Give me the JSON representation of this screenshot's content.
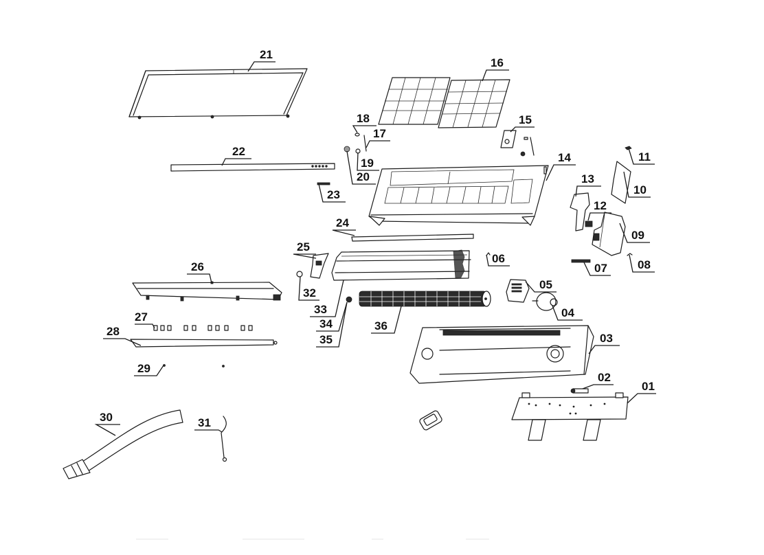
{
  "diagram": {
    "type": "exploded-parts-diagram",
    "subject": "air conditioner indoor unit",
    "callouts": [
      {
        "id": "01",
        "label": "01",
        "part": "mounting-plate"
      },
      {
        "id": "02",
        "label": "02",
        "part": "small-sensor-cylinder"
      },
      {
        "id": "03",
        "label": "03",
        "part": "chassis-base"
      },
      {
        "id": "04",
        "label": "04",
        "part": "fan-motor"
      },
      {
        "id": "05",
        "label": "05",
        "part": "motor-clamp"
      },
      {
        "id": "06",
        "label": "06",
        "part": "small-clip"
      },
      {
        "id": "07",
        "label": "07",
        "part": "terminal-strip"
      },
      {
        "id": "08",
        "label": "08",
        "part": "screw-clip"
      },
      {
        "id": "09",
        "label": "09",
        "part": "electrical-box"
      },
      {
        "id": "10",
        "label": "10",
        "part": "control-board-cover"
      },
      {
        "id": "11",
        "label": "11",
        "part": "cable-clamp"
      },
      {
        "id": "12",
        "label": "12",
        "part": "connector-block"
      },
      {
        "id": "13",
        "label": "13",
        "part": "electric-box-cover"
      },
      {
        "id": "14",
        "label": "14",
        "part": "front-panel-frame"
      },
      {
        "id": "15",
        "label": "15",
        "part": "display-board-holder"
      },
      {
        "id": "16",
        "label": "16",
        "part": "air-filters"
      },
      {
        "id": "17",
        "label": "17",
        "part": "shaft"
      },
      {
        "id": "18",
        "label": "18",
        "part": "small-pin"
      },
      {
        "id": "19",
        "label": "19",
        "part": "bushing"
      },
      {
        "id": "20",
        "label": "20",
        "part": "hinge-gear"
      },
      {
        "id": "21",
        "label": "21",
        "part": "front-panel"
      },
      {
        "id": "22",
        "label": "22",
        "part": "display-strip"
      },
      {
        "id": "23",
        "label": "23",
        "part": "display-board"
      },
      {
        "id": "24",
        "label": "24",
        "part": "horizontal-louver-rod"
      },
      {
        "id": "25",
        "label": "25",
        "part": "evaporator-bracket"
      },
      {
        "id": "26",
        "label": "26",
        "part": "drain-pan-assembly"
      },
      {
        "id": "27",
        "label": "27",
        "part": "vertical-louver-clips"
      },
      {
        "id": "28",
        "label": "28",
        "part": "connecting-rod"
      },
      {
        "id": "29",
        "label": "29",
        "part": "screw"
      },
      {
        "id": "30",
        "label": "30",
        "part": "drain-hose"
      },
      {
        "id": "31",
        "label": "31",
        "part": "temperature-sensor"
      },
      {
        "id": "32",
        "label": "32",
        "part": "rubber-plug"
      },
      {
        "id": "33",
        "label": "33",
        "part": "evaporator"
      },
      {
        "id": "34",
        "label": "34",
        "part": "bearing-seat"
      },
      {
        "id": "35",
        "label": "35",
        "part": "bearing"
      },
      {
        "id": "36",
        "label": "36",
        "part": "cross-flow-fan"
      }
    ],
    "unlabeled_parts": [
      "remote-control",
      "screw-small-29b"
    ]
  }
}
